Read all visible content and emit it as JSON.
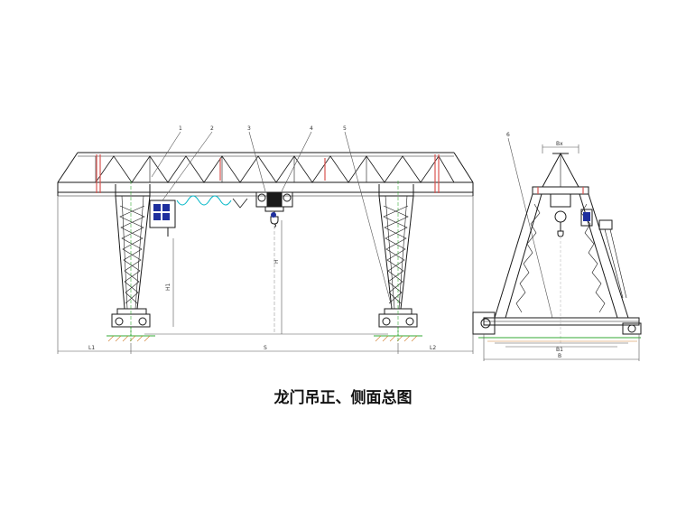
{
  "caption": "龙门吊正、侧面总图",
  "callouts": [
    "1",
    "2",
    "3",
    "4",
    "5",
    "6"
  ],
  "dimensions": {
    "front": {
      "left_overhang": "L1",
      "span": "S",
      "right_overhang": "L2",
      "lift_height": "H",
      "leg_height": "H1"
    },
    "side": {
      "top_width": "Bx",
      "wheelbase": "B1",
      "overall_width": "B"
    }
  },
  "colors": {
    "line": "#1a1a1a",
    "truss_red": "#d9534f",
    "hoist_blue": "#1e2f9e",
    "cable_cyan": "#00b7c7",
    "dimension": "#555555",
    "ground_green": "#33aa33",
    "hatch_orange": "#d08030"
  }
}
